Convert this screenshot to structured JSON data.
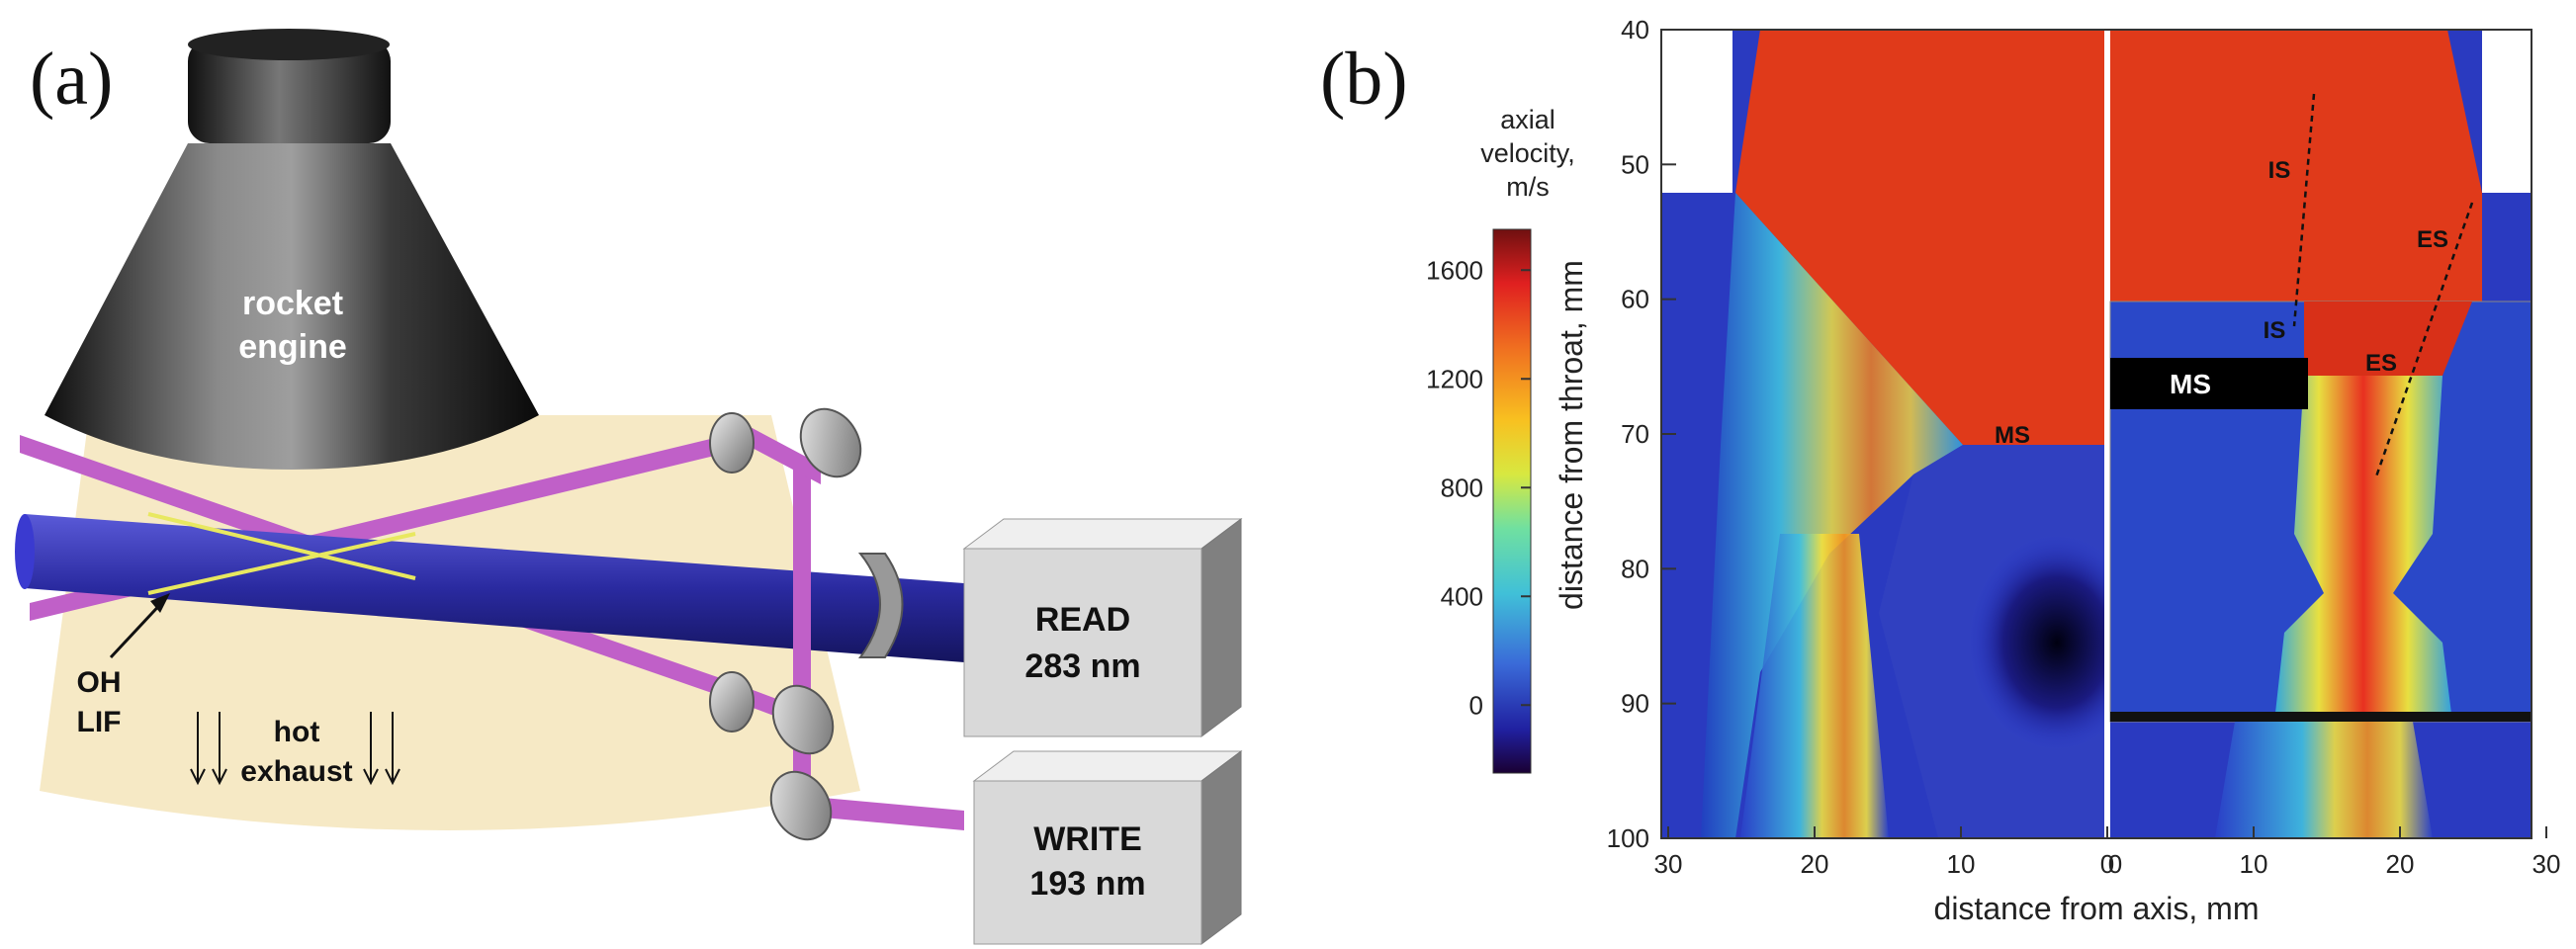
{
  "panel_a": {
    "label": "(a)",
    "engine_label_1": "rocket",
    "engine_label_2": "engine",
    "oh_label_1": "OH",
    "oh_label_2": "LIF",
    "exhaust_label_1": "hot",
    "exhaust_label_2": "exhaust",
    "read_label": "READ",
    "read_wavelength": "283 nm",
    "write_label": "WRITE",
    "write_wavelength": "193 nm",
    "colors": {
      "engine": "#1a1a1a",
      "plume": "#f6e9c5",
      "read_beam": "#2b2ba8",
      "write_beam": "#c060c8",
      "lif_lines": "#e8e860",
      "box": "#d8d8d8"
    }
  },
  "panel_b": {
    "label": "(b)",
    "colorbar": {
      "title_1": "axial",
      "title_2": "velocity,",
      "title_3": "m/s",
      "ticks": [
        "1600",
        "1200",
        "800",
        "400",
        "0"
      ],
      "range": [
        -250,
        1750
      ]
    },
    "y_axis": {
      "label": "distance from throat, mm",
      "ticks": [
        "40",
        "50",
        "60",
        "70",
        "80",
        "90",
        "100"
      ],
      "range": [
        40,
        100
      ]
    },
    "x_axis": {
      "label": "distance from axis, mm",
      "ticks_left": [
        "30",
        "10",
        "20",
        "0"
      ],
      "ticks_right": [
        "0",
        "10",
        "20",
        "30"
      ]
    },
    "annotations": {
      "ms_left": "MS",
      "ms_box": "MS",
      "is_upper": "IS",
      "es_upper": "ES",
      "is_lower": "IS",
      "es_lower": "ES"
    }
  }
}
